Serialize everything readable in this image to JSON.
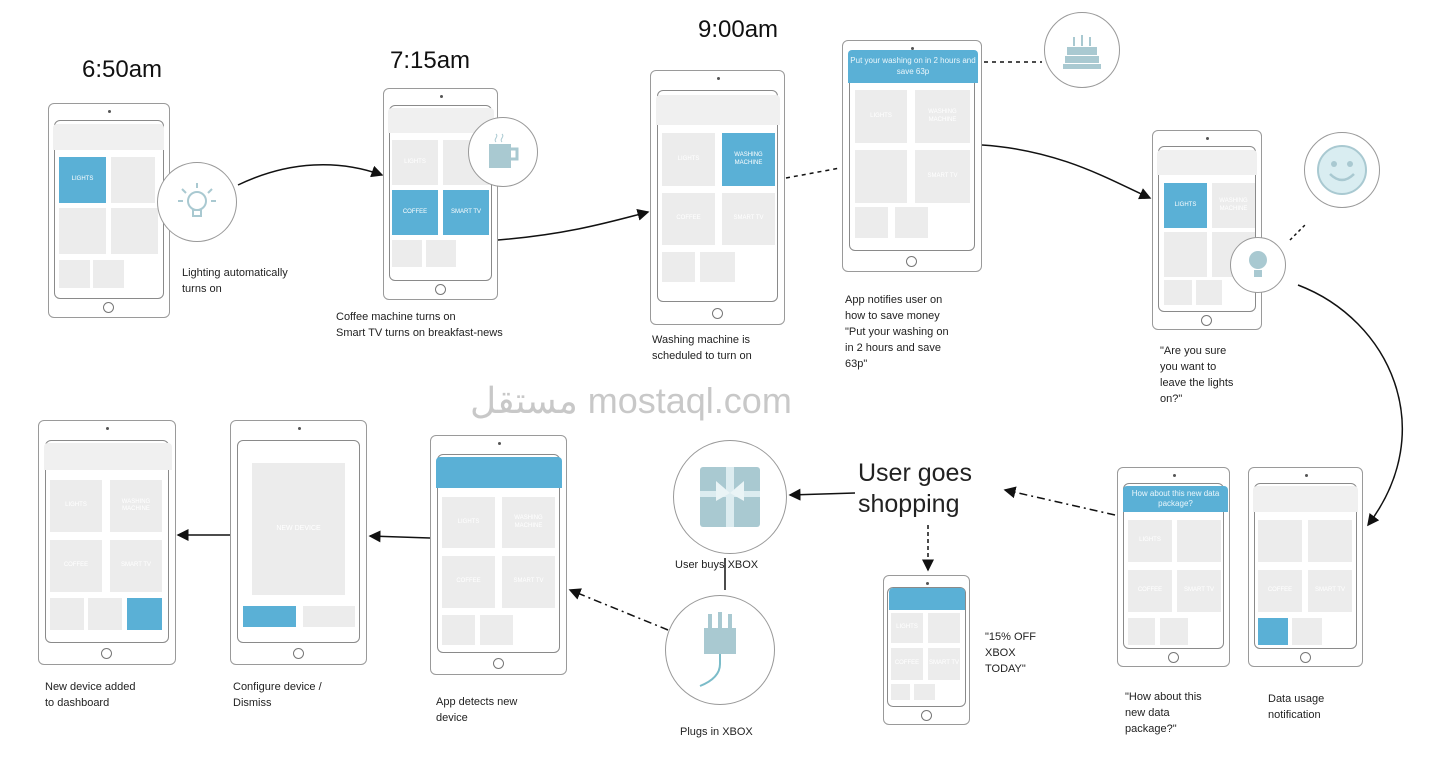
{
  "times": {
    "t1": "6:50am",
    "t2": "7:15am",
    "t3": "9:00am"
  },
  "captions": {
    "lighting": "Lighting automatically\nturns on",
    "coffee": "Coffee machine turns on\nSmart TV turns on breakfast-news",
    "washing": "Washing machine is\nscheduled to turn on",
    "notify": "App notifies user on\nhow to save money\n\"Put your washing on\nin 2 hours and save\n63p\"",
    "sure": "\"Are you sure\nyou want to\nleave the lights\non?\"",
    "package": "\"How about this\nnew data\npackage?\"",
    "data_usage": "Data usage\nnotification",
    "offer": "\"15% OFF\nXBOX\nTODAY\"",
    "buys": "User buys XBOX",
    "plugs": "Plugs in XBOX",
    "detects": "App detects new\ndevice",
    "configure": "Configure device /\nDismiss",
    "added": "New device added\nto dashboard"
  },
  "shopping": "User goes\nshopping",
  "headers": {
    "save": "Put your washing on in 2 hours and save 63p",
    "package": "How about this new data package?"
  },
  "tiles": {
    "lights": "LIGHTS",
    "washing": "WASHING MACHINE",
    "coffee": "COFFEE",
    "smart_tv": "SMART TV",
    "new_device": "NEW DEVICE"
  },
  "icons": [
    "lightbulb-icon",
    "coffee-mug-icon",
    "birthday-cake-icon",
    "smiley-icon",
    "gift-icon",
    "plug-icon"
  ],
  "watermark": "مستقل mostaql.com",
  "colors": {
    "accent": "#5ab0d6",
    "icon": "#a9c9d1"
  }
}
